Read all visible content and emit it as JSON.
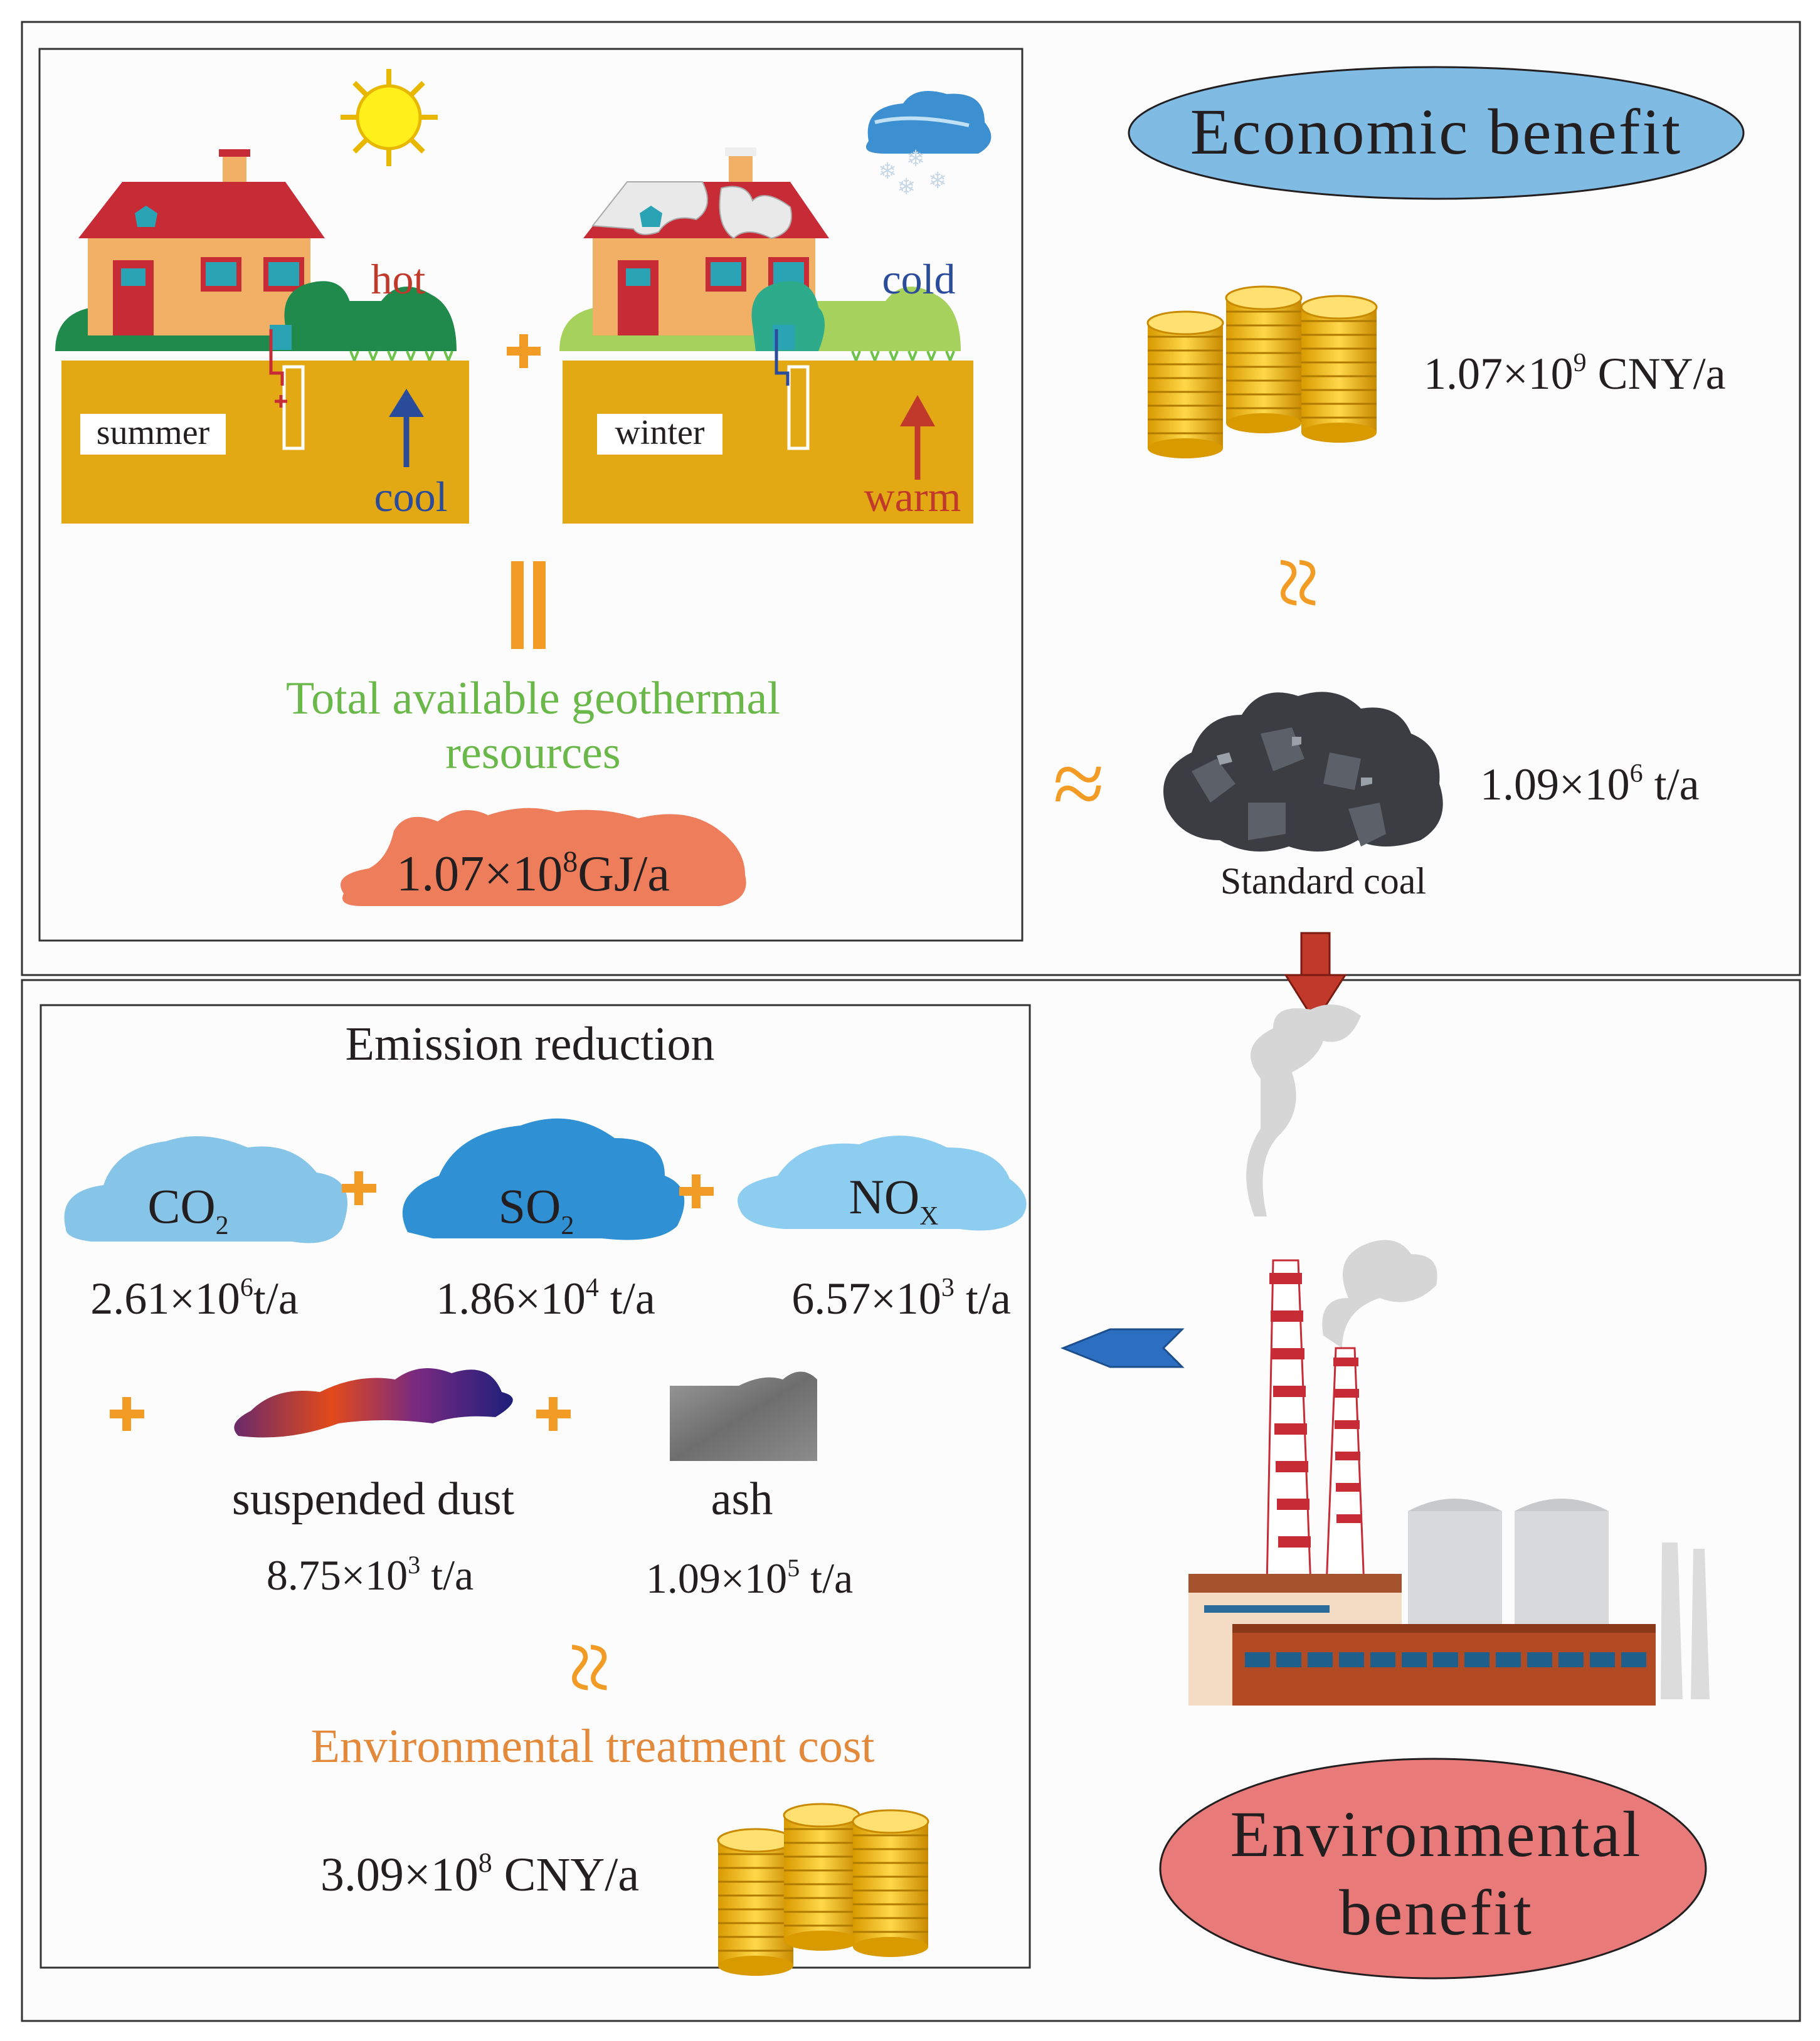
{
  "colors": {
    "orange": "#f39c25",
    "green_text": "#6bb84a",
    "orange_text": "#e3893b",
    "red_text": "#c0392b",
    "blue_text": "#2b4b9b",
    "economic_ellipse": "#7fbbe3",
    "environmental_ellipse": "#e87a7a",
    "soil": "#e2a915",
    "salmon": "#ee7d5b",
    "co2_cloud": "#86c5e8",
    "so2_cloud": "#2f90d4",
    "nox_cloud": "#8ccdf0"
  },
  "economic": {
    "title": "Economic benefit",
    "money": {
      "base": "1.07×10",
      "exp": "9",
      "unit": " CNY/a"
    },
    "coal": {
      "base": "1.09×10",
      "exp": "6",
      "unit": " t/a",
      "label": "Standard coal"
    }
  },
  "geothermal": {
    "hot": "hot",
    "cold": "cold",
    "summer": "summer",
    "winter": "winter",
    "cool": "cool",
    "warm": "warm",
    "total_line1": "Total available geothermal",
    "total_line2": "resources",
    "amount": {
      "base": "1.07×10",
      "exp": "8",
      "unit": "GJ/a"
    }
  },
  "emission": {
    "title": "Emission reduction",
    "co2": {
      "name": "CO",
      "sub": "2",
      "base": "2.61×10",
      "exp": "6",
      "unit": "t/a"
    },
    "so2": {
      "name": "SO",
      "sub": "2",
      "base": "1.86×10",
      "exp": "4",
      "unit": " t/a"
    },
    "nox": {
      "name": "NO",
      "sub": "X",
      "base": "6.57×10",
      "exp": "3",
      "unit": " t/a"
    },
    "dust": {
      "name": "suspended dust",
      "base": "8.75×10",
      "exp": "3",
      "unit": " t/a"
    },
    "ash": {
      "name": "ash",
      "base": "1.09×10",
      "exp": "5",
      "unit": " t/a"
    },
    "cost_title": "Environmental treatment cost",
    "cost": {
      "base": "3.09×10",
      "exp": "8",
      "unit": " CNY/a"
    }
  },
  "environmental": {
    "line1": "Environmental",
    "line2": "benefit"
  },
  "symbols": {
    "approx_wavy": "≈",
    "plus": "+"
  }
}
